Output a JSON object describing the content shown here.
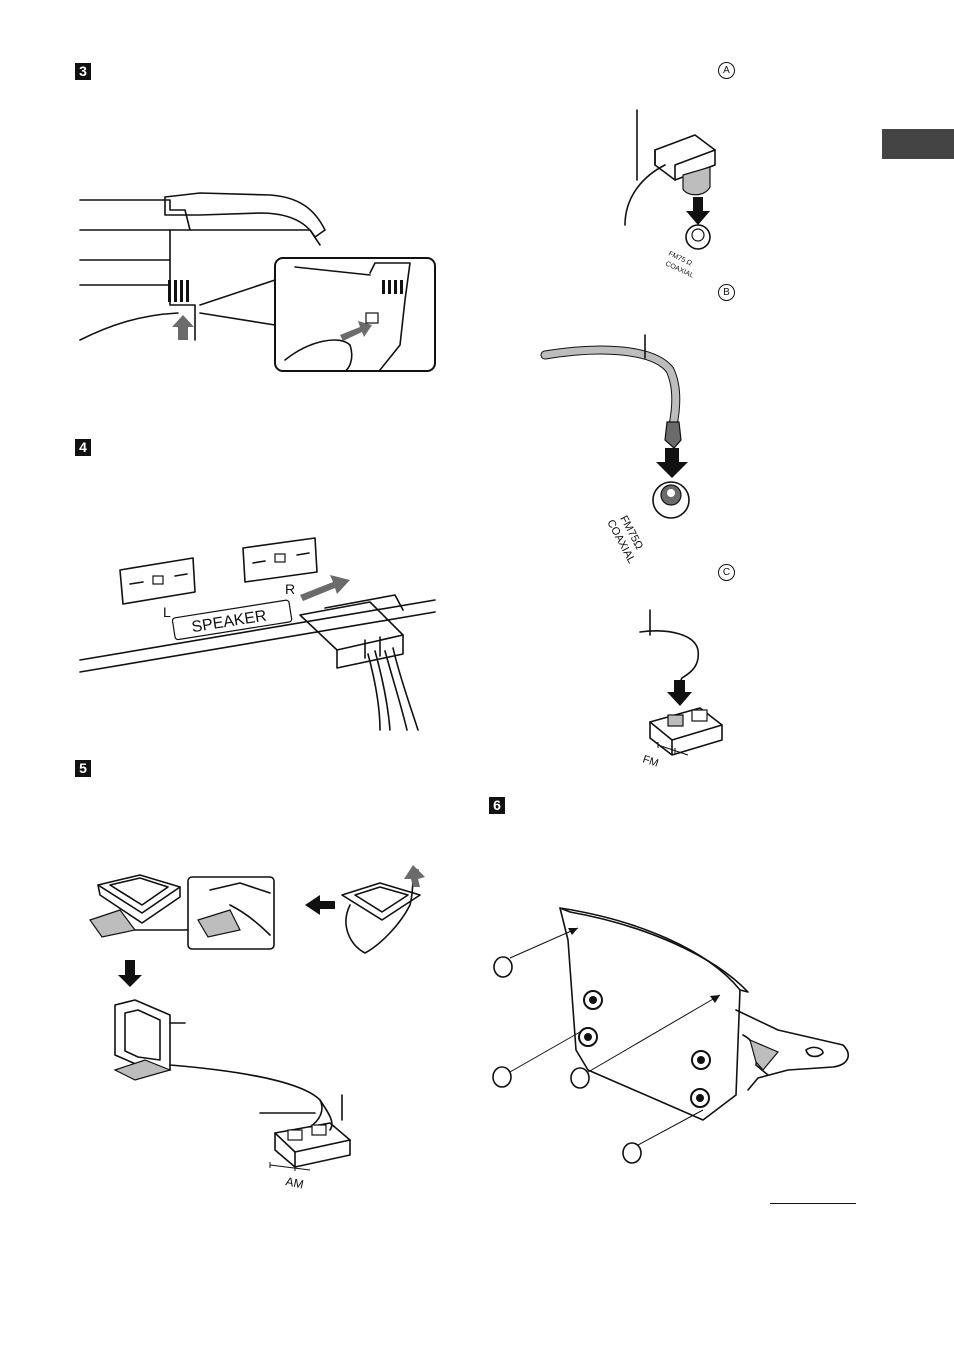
{
  "steps": {
    "s3": "3",
    "s4": "4",
    "s5": "5",
    "s6": "6"
  },
  "callouts": {
    "a": "A",
    "b": "B",
    "c": "C"
  },
  "labels": {
    "speaker": "SPEAKER",
    "left": "L",
    "right": "R",
    "coax_a_1": "FM75 Ω",
    "coax_a_2": "COAXIAL",
    "coax_b_1": "FM75Ω",
    "coax_b_2": "COAXIAL",
    "fm": "FM",
    "am": "AM"
  },
  "colors": {
    "ink": "#111111",
    "arrow_gray": "#6b6b6b",
    "cable_gray": "#bdbdbd",
    "tab": "#444444"
  }
}
